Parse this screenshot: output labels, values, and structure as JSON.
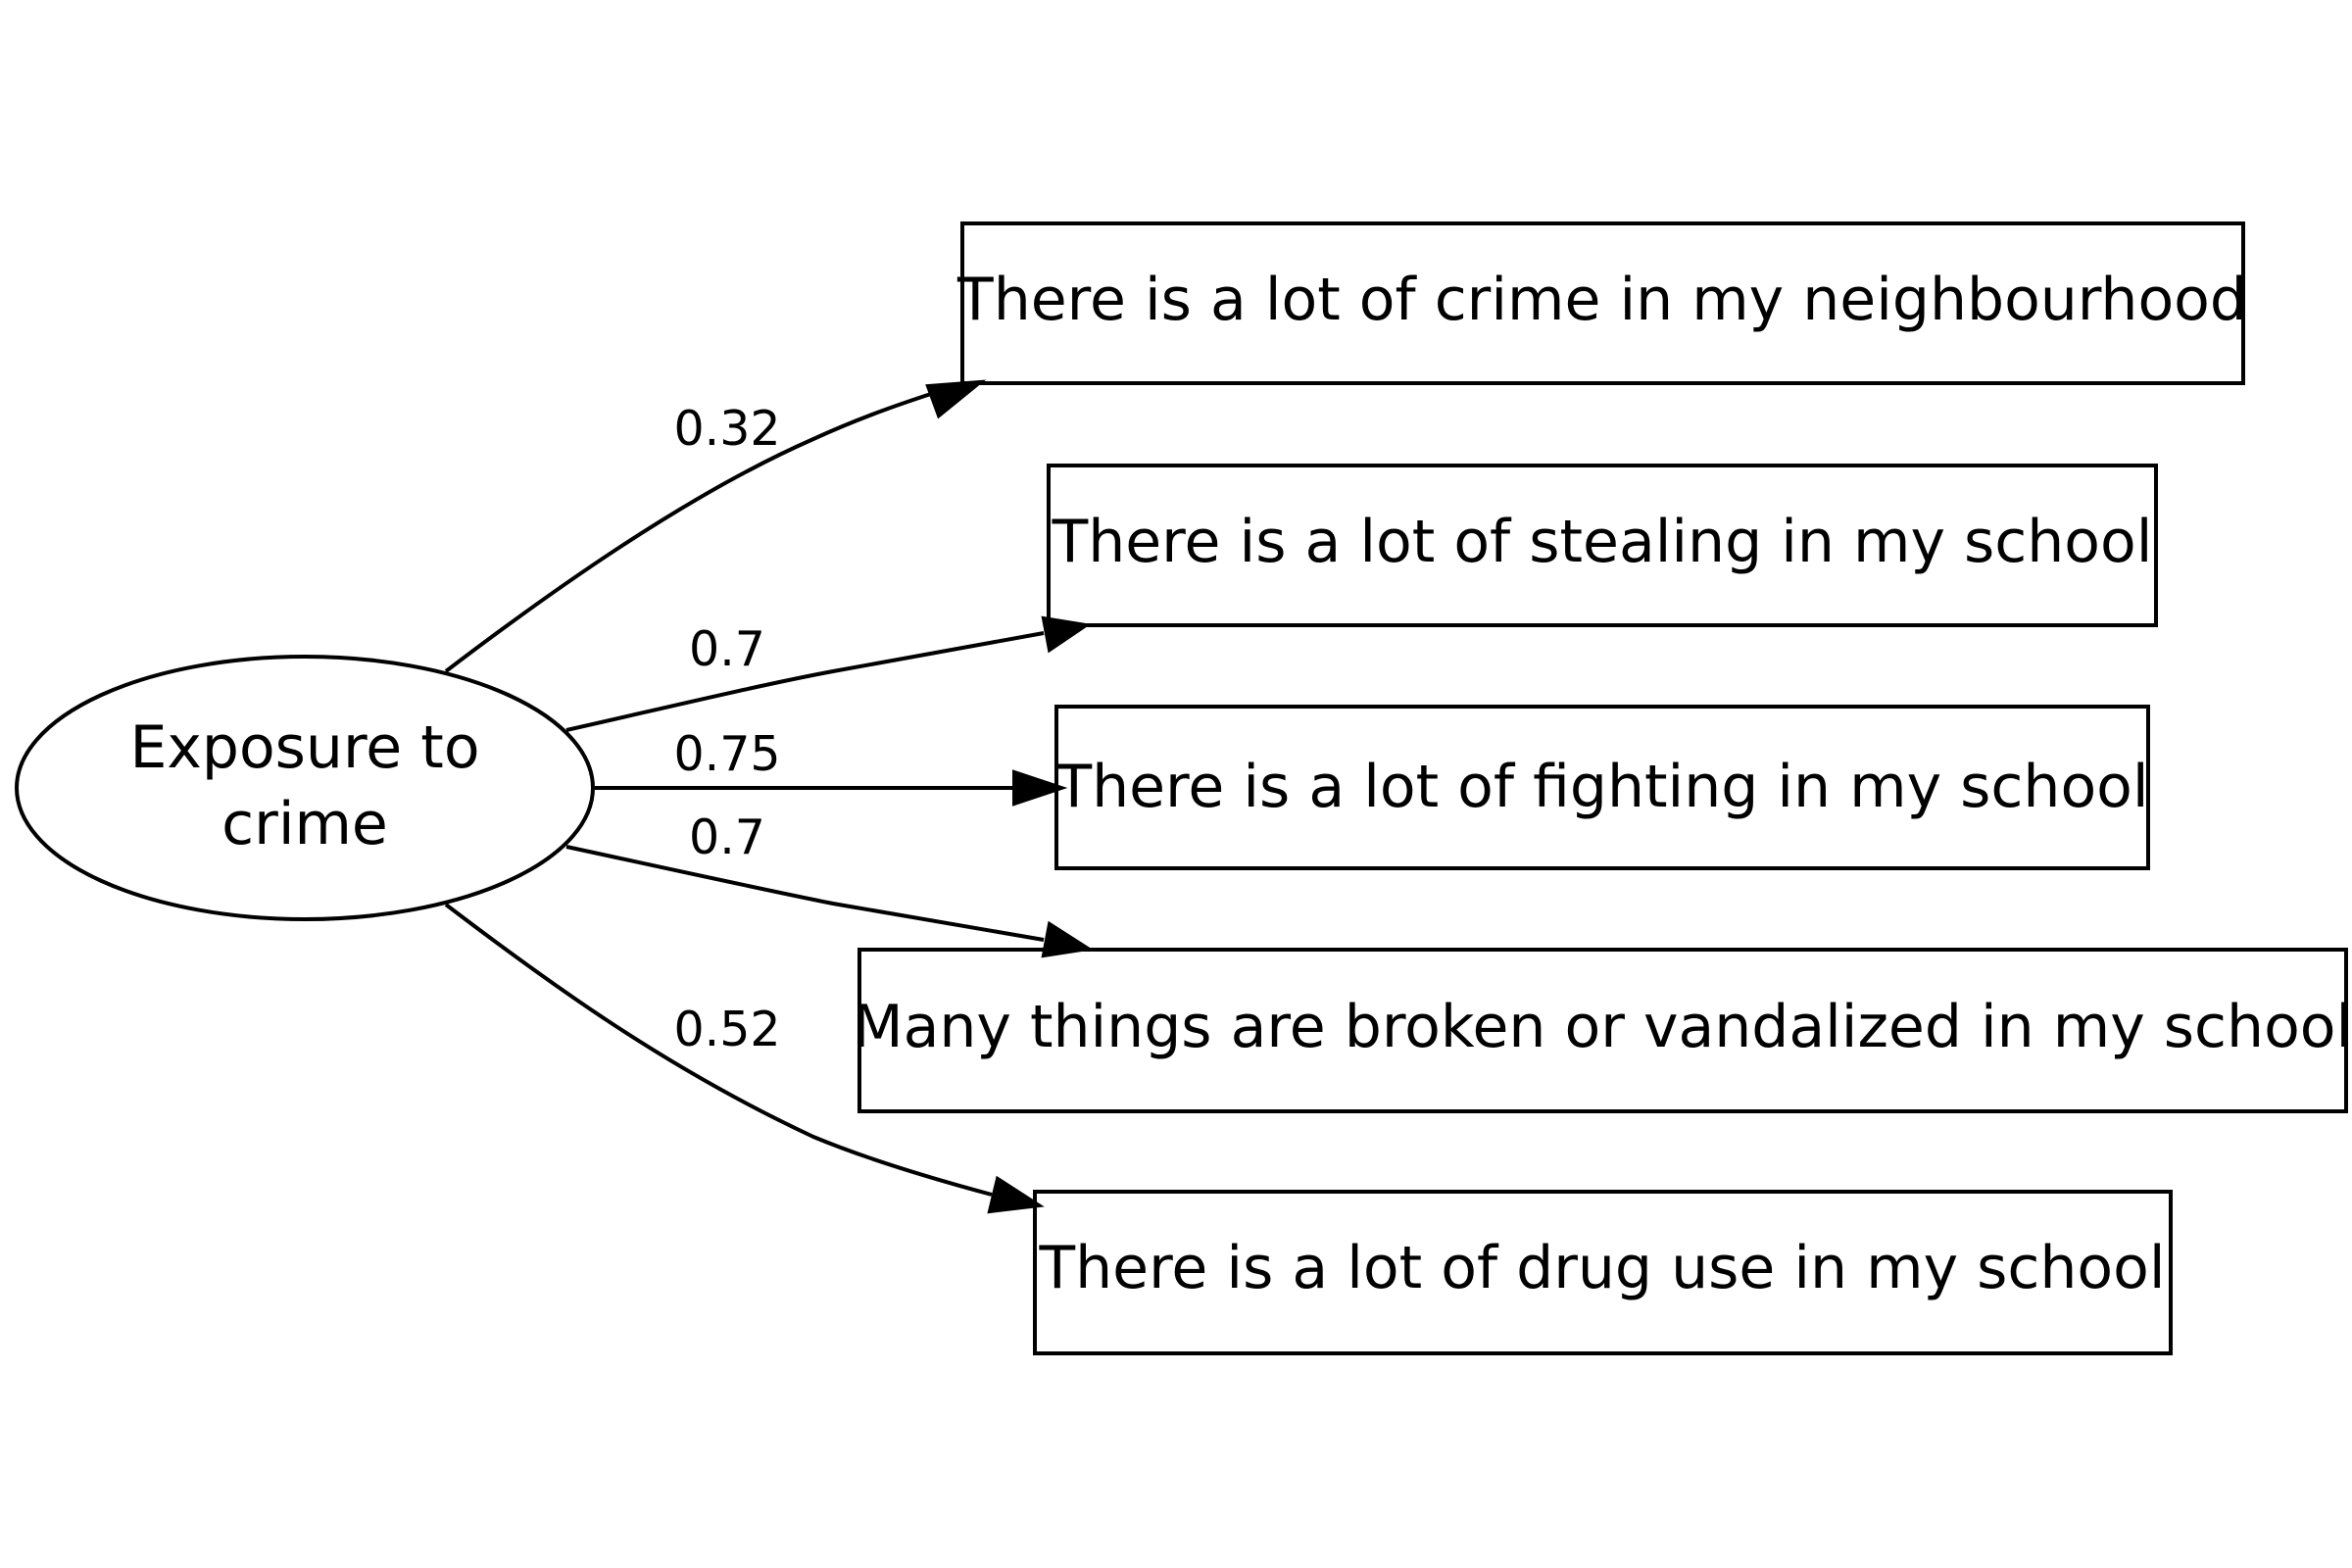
{
  "latent": {
    "label_line1": "Exposure to",
    "label_line2": "crime"
  },
  "indicators": [
    {
      "label": "There is a lot of crime in my neighbourhood",
      "loading": "0.32"
    },
    {
      "label": "There is a lot of stealing in my school",
      "loading": "0.7"
    },
    {
      "label": "There is a lot of fighting in my school",
      "loading": "0.75"
    },
    {
      "label": "Many things are broken or vandalized in my school",
      "loading": "0.7"
    },
    {
      "label": "There is a lot of drug use in my school",
      "loading": "0.52"
    }
  ]
}
